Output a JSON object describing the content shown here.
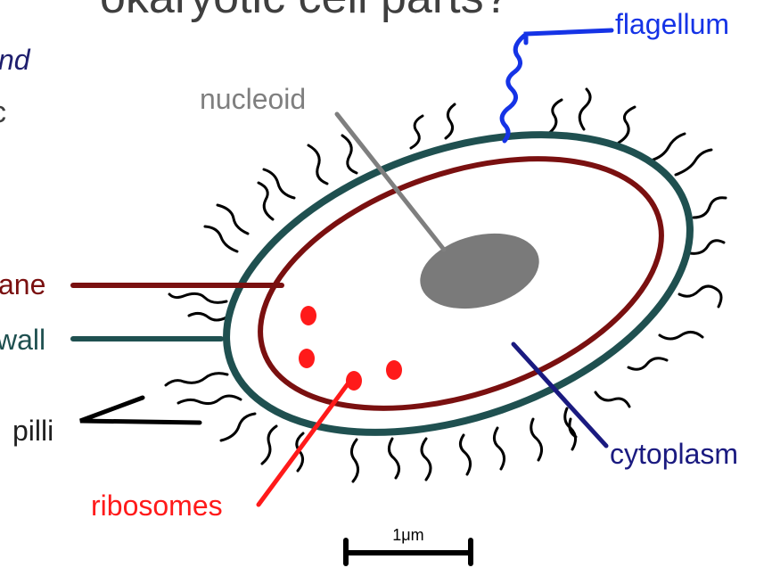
{
  "slide": {
    "title_fragment": "okaryotic cell parts?",
    "subtitle_fragment": "nd",
    "bullet_fragment": "c"
  },
  "labels": {
    "flagellum": "flagellum",
    "nucleoid": "nucleoid",
    "membrane": "ane",
    "cell_wall": "wall",
    "pilli": "pilli",
    "ribosomes": "ribosomes",
    "cytoplasm": "cytoplasm"
  },
  "scale_bar": {
    "label": "1μm"
  },
  "colors": {
    "title": "#3f3f3f",
    "subtitle": "#1f1f6e",
    "flagellum": "#1533e6",
    "nucleoid": "#7f7f7f",
    "nucleoid_fill": "#7a7a7a",
    "membrane": "#7a1010",
    "cell_wall": "#1f5050",
    "pilli": "#000000",
    "ribosomes": "#ff1a1a",
    "cytoplasm": "#1a1a80",
    "scale_bar": "#000000"
  }
}
